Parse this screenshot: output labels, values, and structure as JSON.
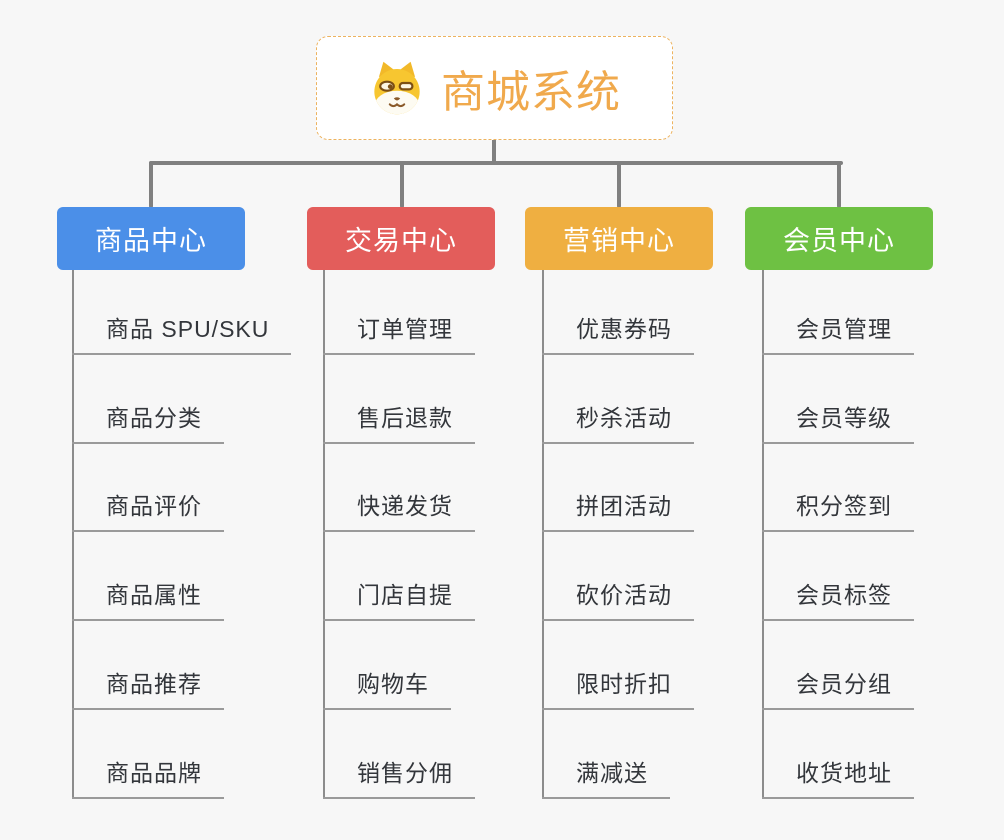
{
  "root": {
    "title": "商城系统",
    "icon": "shiba-dog-icon",
    "title_color": "#f0a94c",
    "border_color": "#edb35f"
  },
  "connector_color": "#808080",
  "branches": [
    {
      "label": "商品中心",
      "color": "#4b8fe8",
      "items": [
        "商品 SPU/SKU",
        "商品分类",
        "商品评价",
        "商品属性",
        "商品推荐",
        "商品品牌"
      ]
    },
    {
      "label": "交易中心",
      "color": "#e35d5b",
      "items": [
        "订单管理",
        "售后退款",
        "快递发货",
        "门店自提",
        "购物车",
        "销售分佣"
      ]
    },
    {
      "label": "营销中心",
      "color": "#efaf41",
      "items": [
        "优惠券码",
        "秒杀活动",
        "拼团活动",
        "砍价活动",
        "限时折扣",
        "满减送"
      ]
    },
    {
      "label": "会员中心",
      "color": "#6ec143",
      "items": [
        "会员管理",
        "会员等级",
        "积分签到",
        "会员标签",
        "会员分组",
        "收货地址"
      ]
    }
  ]
}
